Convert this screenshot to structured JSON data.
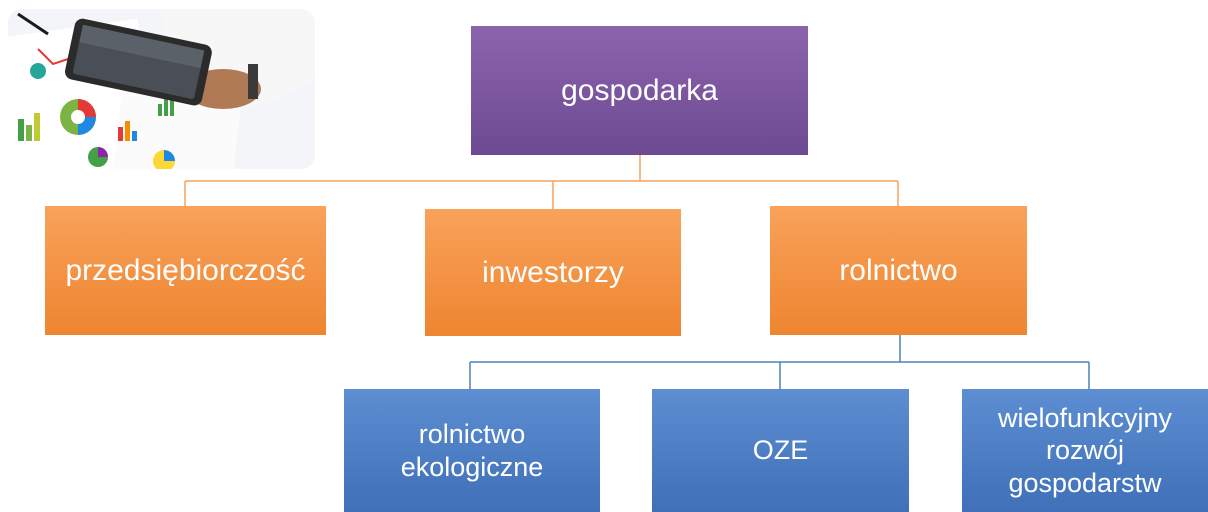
{
  "root": {
    "label": "gospodarka",
    "color": "#7b56a0"
  },
  "level1": [
    {
      "label": "przedsiębiorczość"
    },
    {
      "label": "inwestorzy"
    },
    {
      "label": "rolnictwo"
    }
  ],
  "level2": [
    {
      "label": "rolnictwo\nekologiczne"
    },
    {
      "label": "OZE"
    },
    {
      "label": "wielofunkcyjny\nrozwój\ngospodarstw"
    }
  ],
  "colors": {
    "level1_fill": "#f39443",
    "level2_fill": "#4f80c6",
    "level1_connector": "#f4a460",
    "level2_connector": "#4f81bd"
  },
  "photo": {
    "description_icon": "business-charts-tablet-photo"
  }
}
